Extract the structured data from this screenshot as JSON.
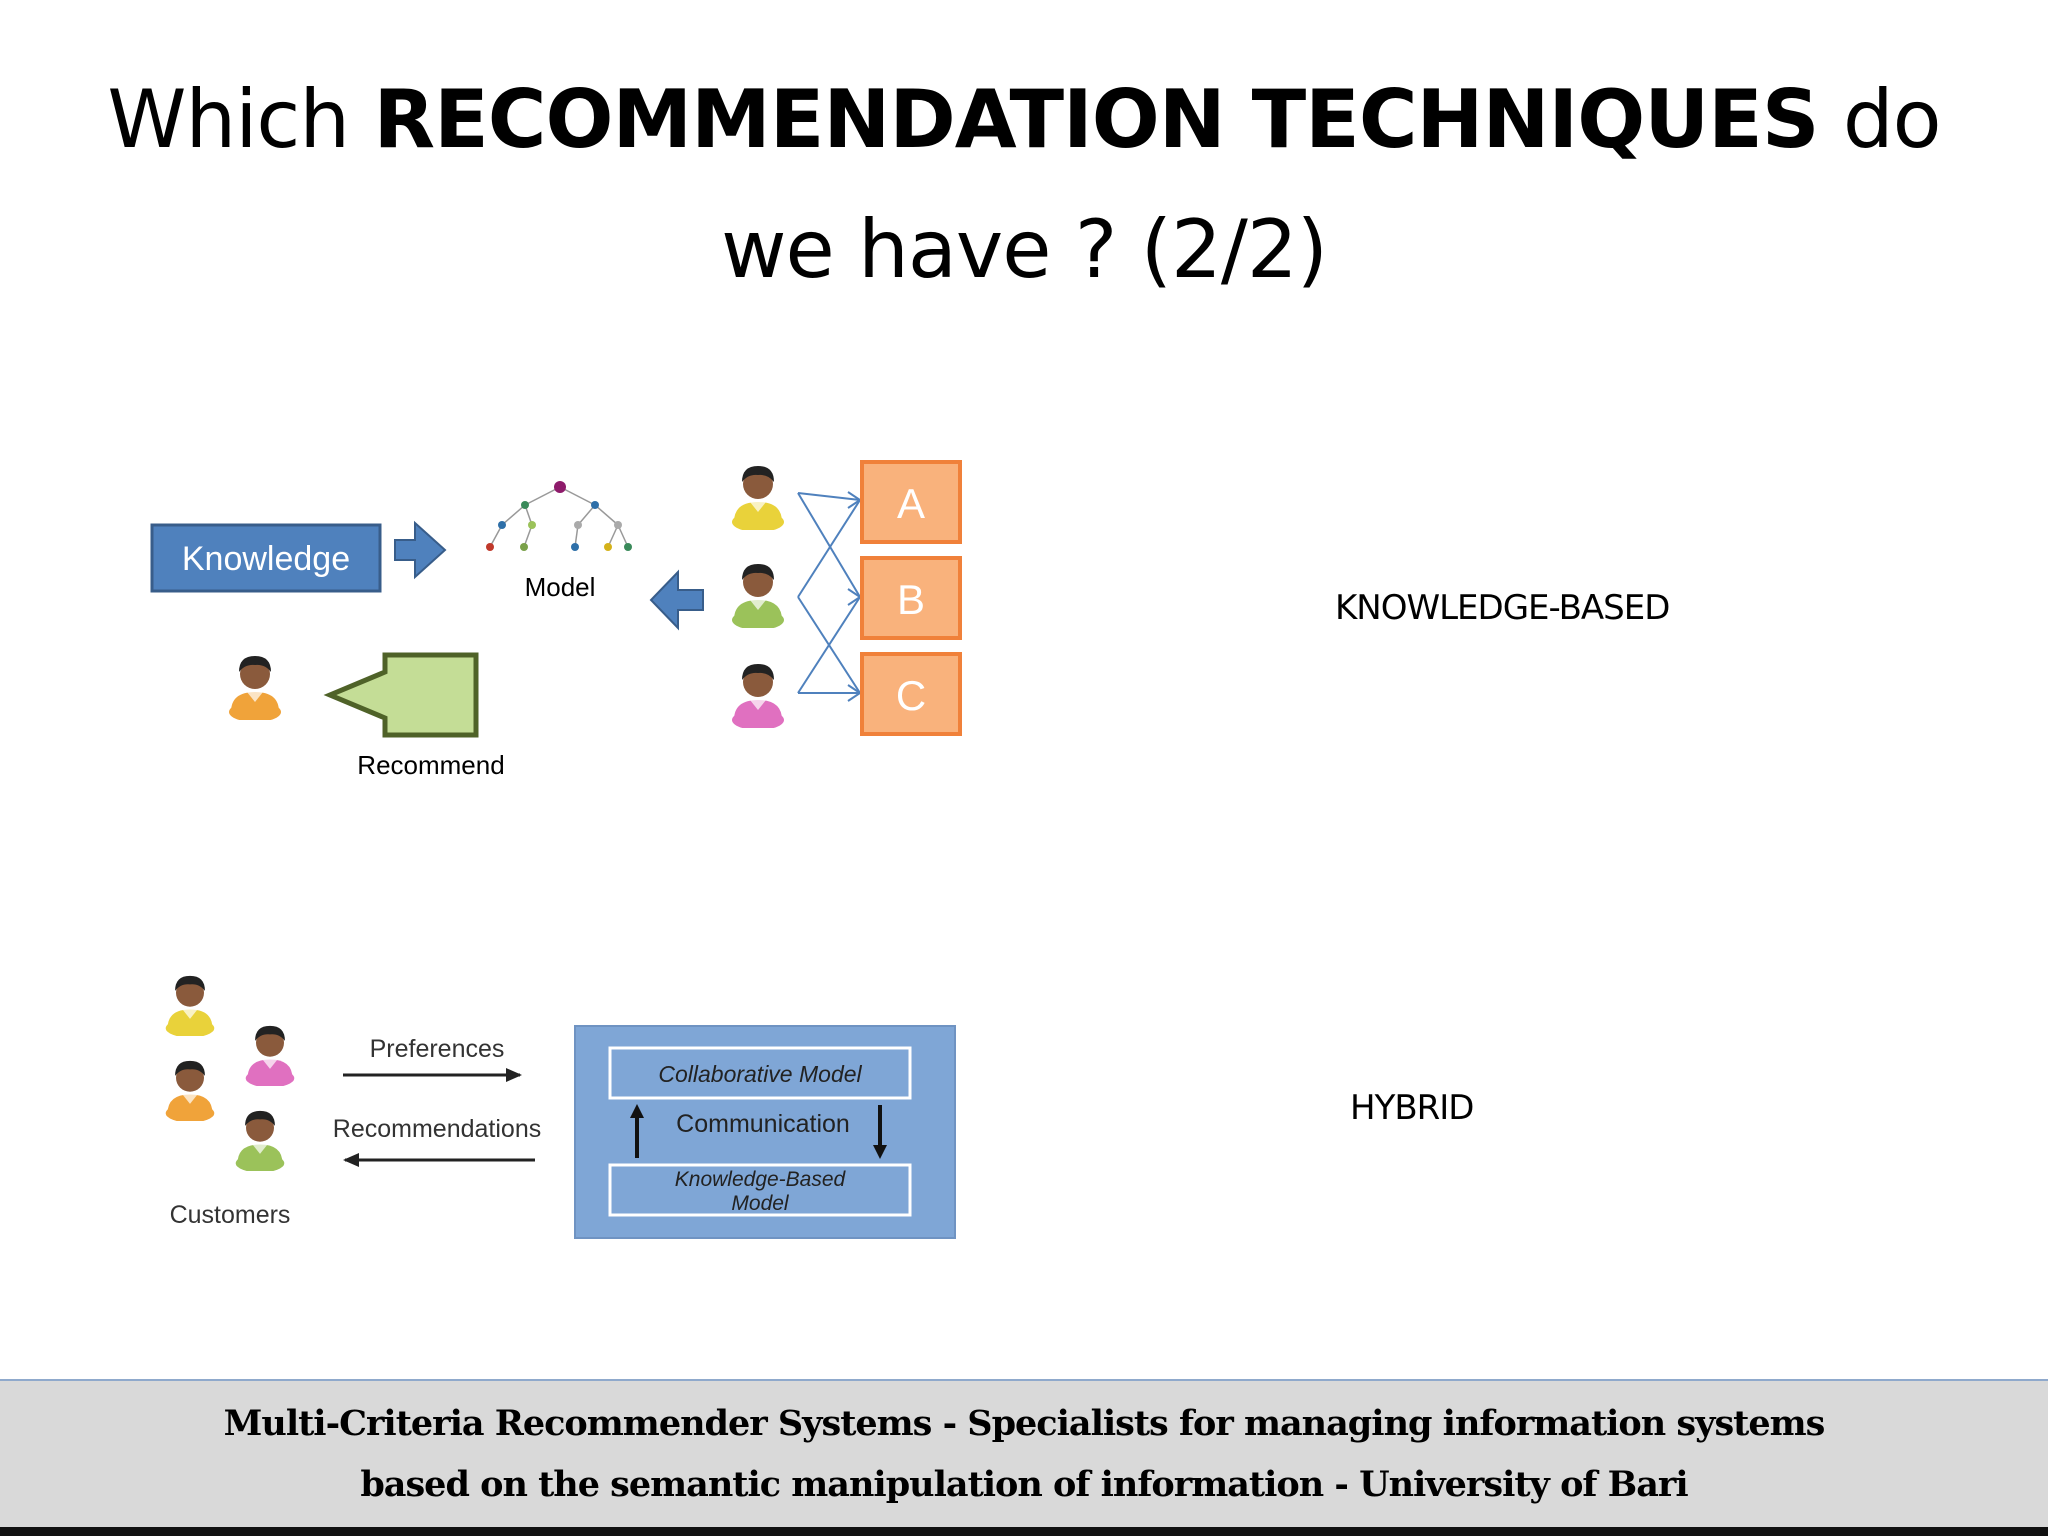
{
  "slide": {
    "title_pre": "Which ",
    "title_bold": "RECOMMENDATION TECHNIQUES",
    "title_post": " do",
    "title_line2": "we have ? (2/2)"
  },
  "knowledge_diagram": {
    "knowledge_label": "Knowledge",
    "model_label": "Model",
    "recommend_label": "Recommend",
    "items": [
      "A",
      "B",
      "C"
    ],
    "technique_label": "KNOWLEDGE-BASED"
  },
  "hybrid_diagram": {
    "preferences_label": "Preferences",
    "recommendations_label": "Recommendations",
    "customers_label": "Customers",
    "collaborative_model": "Collaborative Model",
    "communication": "Communication",
    "kb_model_line1": "Knowledge-Based",
    "kb_model_line2": "Model",
    "technique_label": "HYBRID"
  },
  "footer": {
    "line1": "Multi-Criteria Recommender Systems - Specialists for managing information systems",
    "line2": "based on the semantic manipulation of information - University of Bari"
  },
  "colors": {
    "blue": "#4f81bd",
    "orange": "#f0813a",
    "orange_fill": "#f9b27c",
    "green_fill": "#c4dd96",
    "green_border": "#4f6228",
    "hybrid_blue": "#7fa6d6"
  }
}
